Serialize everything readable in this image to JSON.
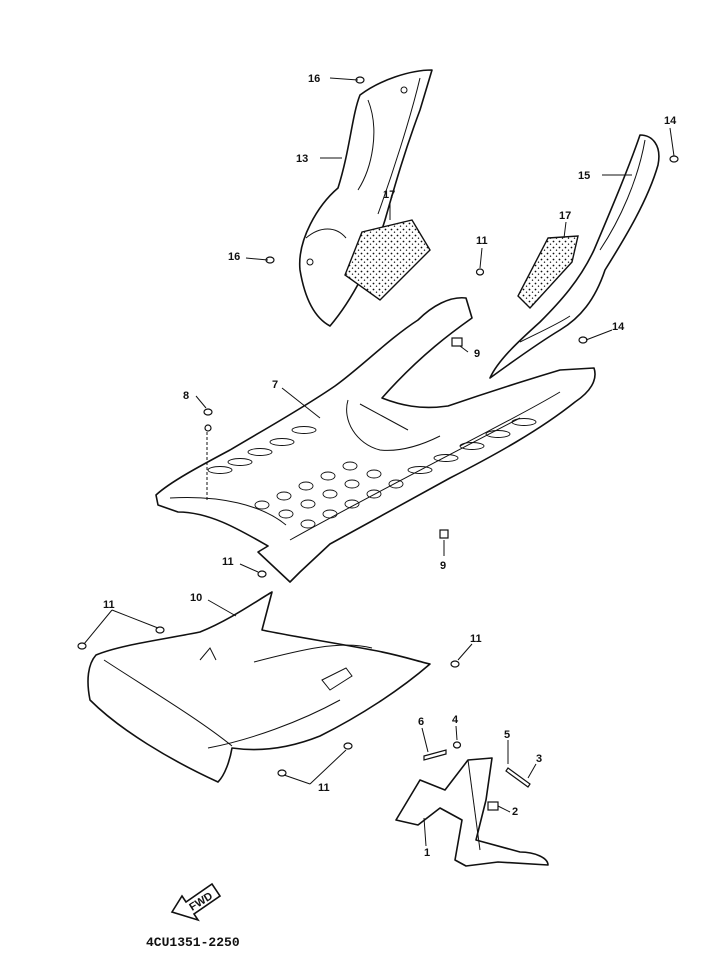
{
  "diagram": {
    "catalog_code": "4CU1351-2250",
    "fwd_label": "FWD",
    "callouts": [
      {
        "id": "c16a",
        "text": "16"
      },
      {
        "id": "c13",
        "text": "13"
      },
      {
        "id": "c17a",
        "text": "17"
      },
      {
        "id": "c16b",
        "text": "16"
      },
      {
        "id": "c14a",
        "text": "14"
      },
      {
        "id": "c15",
        "text": "15"
      },
      {
        "id": "c17b",
        "text": "17"
      },
      {
        "id": "c11a",
        "text": "11"
      },
      {
        "id": "c9a",
        "text": "9"
      },
      {
        "id": "c14b",
        "text": "14"
      },
      {
        "id": "c7",
        "text": "7"
      },
      {
        "id": "c8",
        "text": "8"
      },
      {
        "id": "c9b",
        "text": "9"
      },
      {
        "id": "c11b",
        "text": "11"
      },
      {
        "id": "c11c",
        "text": "11"
      },
      {
        "id": "c10",
        "text": "10"
      },
      {
        "id": "c11d",
        "text": "11"
      },
      {
        "id": "c11e",
        "text": "11"
      },
      {
        "id": "c6",
        "text": "6"
      },
      {
        "id": "c4",
        "text": "4"
      },
      {
        "id": "c5",
        "text": "5"
      },
      {
        "id": "c3",
        "text": "3"
      },
      {
        "id": "c2",
        "text": "2"
      },
      {
        "id": "c1",
        "text": "1"
      }
    ]
  }
}
